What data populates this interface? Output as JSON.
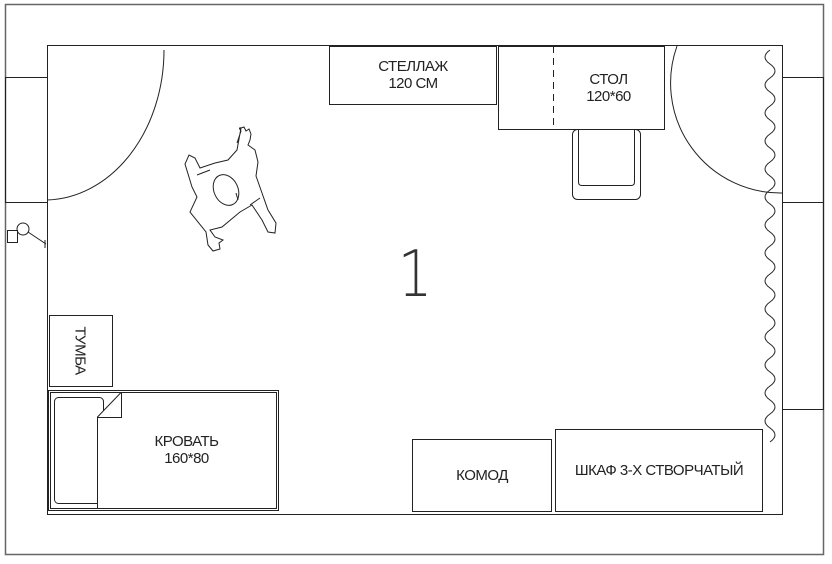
{
  "room_number": "1",
  "furniture": {
    "shelf": {
      "name": "СТЕЛЛАЖ",
      "size": "120 СМ"
    },
    "desk": {
      "name": "СТОЛ",
      "size": "120*60"
    },
    "nightstand": {
      "name": "ТУМБА"
    },
    "bed": {
      "name": "КРОВАТЬ",
      "size": "160*80"
    },
    "dresser": {
      "name": "КОМОД"
    },
    "wardrobe": {
      "name": "ШКАФ 3-Х СТВОРЧАТЫЙ"
    }
  },
  "colors": {
    "line": "#222222",
    "wall": "#555555",
    "background": "#ffffff"
  }
}
